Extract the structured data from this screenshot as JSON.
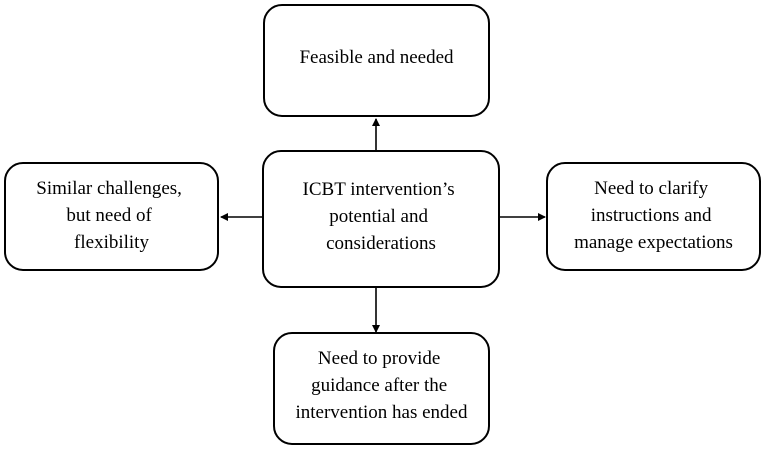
{
  "diagram": {
    "center": {
      "lines": [
        "ICBT intervention’s",
        "potential and",
        "considerations"
      ]
    },
    "top": {
      "lines": [
        "Feasible and needed"
      ]
    },
    "left": {
      "lines": [
        "Similar challenges,",
        "but need of",
        "flexibility"
      ]
    },
    "right": {
      "lines": [
        "Need to clarify",
        "instructions and",
        "manage expectations"
      ]
    },
    "bottom": {
      "lines": [
        "Need to provide",
        "guidance after the",
        "intervention has ended"
      ]
    },
    "connections": [
      {
        "from": "center",
        "to": "top"
      },
      {
        "from": "center",
        "to": "left"
      },
      {
        "from": "center",
        "to": "right"
      },
      {
        "from": "center",
        "to": "bottom"
      }
    ],
    "colors": {
      "stroke": "#000000",
      "fill": "#ffffff",
      "text": "#000000"
    }
  }
}
